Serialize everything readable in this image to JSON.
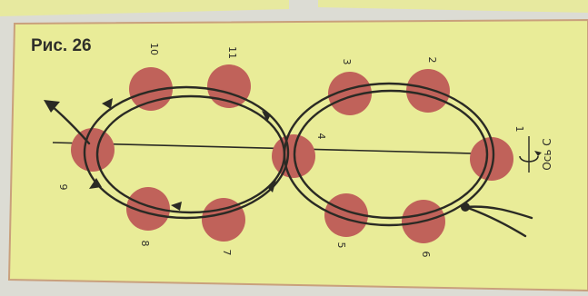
{
  "figure": {
    "title": "Рис. 26",
    "axis_label": "Ось С",
    "colors": {
      "panel": "#e9ec98",
      "panel_border": "#c9a07c",
      "dot": "#c0625a",
      "stroke": "#2a2a24",
      "text": "#2f2f2a"
    }
  },
  "dots": [
    {
      "id": "dot-10",
      "label": "10"
    },
    {
      "id": "dot-11",
      "label": "11"
    },
    {
      "id": "dot-9",
      "label": "9"
    },
    {
      "id": "dot-8",
      "label": "8"
    },
    {
      "id": "dot-7",
      "label": "7"
    },
    {
      "id": "dot-4",
      "label": "4"
    },
    {
      "id": "dot-3",
      "label": "3"
    },
    {
      "id": "dot-2",
      "label": "2"
    },
    {
      "id": "dot-1",
      "label": "1"
    },
    {
      "id": "dot-5",
      "label": "5"
    },
    {
      "id": "dot-6",
      "label": "6"
    }
  ]
}
